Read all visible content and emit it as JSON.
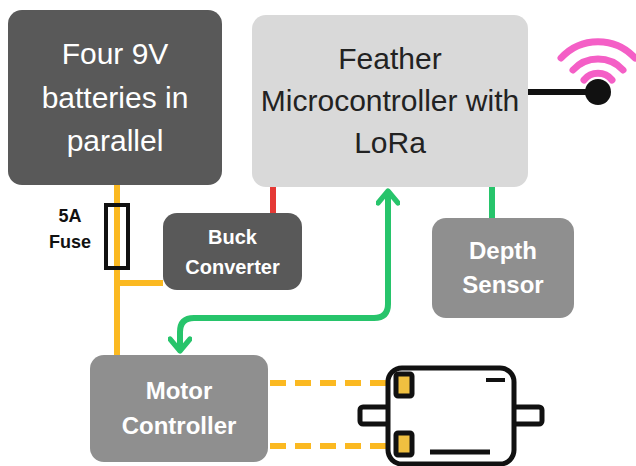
{
  "diagram": {
    "nodes": [
      {
        "text": [
          "Four 9V batteries in parallel"
        ]
      },
      {
        "text": [
          "Feather Microcontroller with LoRa"
        ]
      },
      {
        "text": [
          "Buck Converter"
        ]
      },
      {
        "text": [
          "Depth Sensor"
        ]
      },
      {
        "text": [
          "Motor Controller"
        ]
      }
    ],
    "edges": [
      {
        "from": 0,
        "to": 4,
        "arrow": "none"
      },
      {
        "from": 0,
        "to": 2,
        "arrow": "none"
      },
      {
        "from": 2,
        "to": 1,
        "arrow": "none"
      },
      {
        "from": 1,
        "to": 4,
        "arrow": "both"
      },
      {
        "from": 1,
        "to": 3,
        "arrow": "none"
      }
    ],
    "labels": [
      "5A Fuse"
    ]
  }
}
